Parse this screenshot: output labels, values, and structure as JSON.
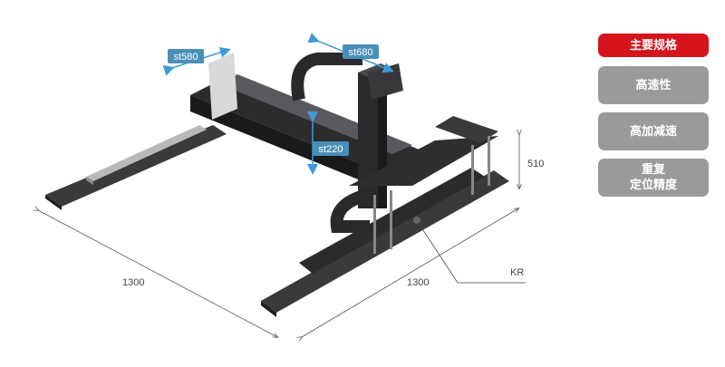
{
  "tabs": [
    {
      "lines": [
        "主要规格"
      ],
      "active": true
    },
    {
      "lines": [
        "高速性"
      ],
      "active": false
    },
    {
      "lines": [
        "高加减速"
      ],
      "active": false
    },
    {
      "lines": [
        "重复",
        "定位精度"
      ],
      "active": false
    }
  ],
  "strokes": {
    "x": "st580",
    "y": "st680",
    "z": "st220"
  },
  "dimensions": {
    "width_left": "1300",
    "width_right": "1300",
    "height": "510"
  },
  "callout": "KR",
  "colors": {
    "accent": "#d5141b",
    "tab_inactive": "#9a9a9a",
    "stroke_tag": "#4a8fb8",
    "arrow": "#3d9bd6"
  }
}
